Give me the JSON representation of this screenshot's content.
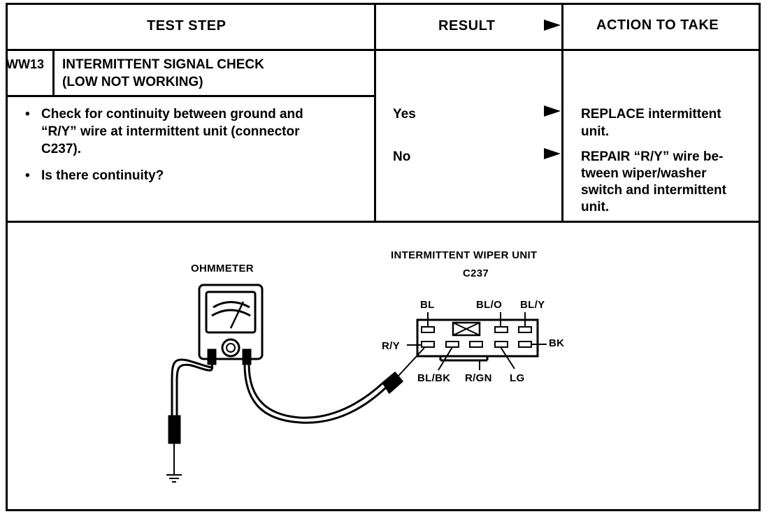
{
  "header": {
    "test_step": "TEST STEP",
    "result": "RESULT",
    "action": "ACTION TO TAKE"
  },
  "step": {
    "id": "WW13",
    "title_line1": "INTERMITTENT SIGNAL CHECK",
    "title_line2": "(LOW NOT WORKING)"
  },
  "procedure": {
    "bullet1_line1": "Check for continuity between ground and",
    "bullet1_line2": "“R/Y” wire at intermittent unit (connector",
    "bullet1_line3": "C237).",
    "bullet2": "Is there continuity?"
  },
  "results": [
    {
      "answer": "Yes",
      "action_line1": "REPLACE intermittent",
      "action_line2": "unit."
    },
    {
      "answer": "No",
      "action_line1": "REPAIR “R/Y” wire be-",
      "action_line2": "tween wiper/washer",
      "action_line3": "switch and intermittent",
      "action_line4": "unit."
    }
  ],
  "diagram": {
    "ohmmeter_label": "OHMMETER",
    "unit_label": "INTERMITTENT WIPER UNIT",
    "connector_label": "C237",
    "pins": {
      "bl": "BL",
      "blo": "BL/O",
      "bly": "BL/Y",
      "ry": "R/Y",
      "bk": "BK",
      "blbk": "BL/BK",
      "rgn": "R/GN",
      "lg": "LG"
    }
  }
}
